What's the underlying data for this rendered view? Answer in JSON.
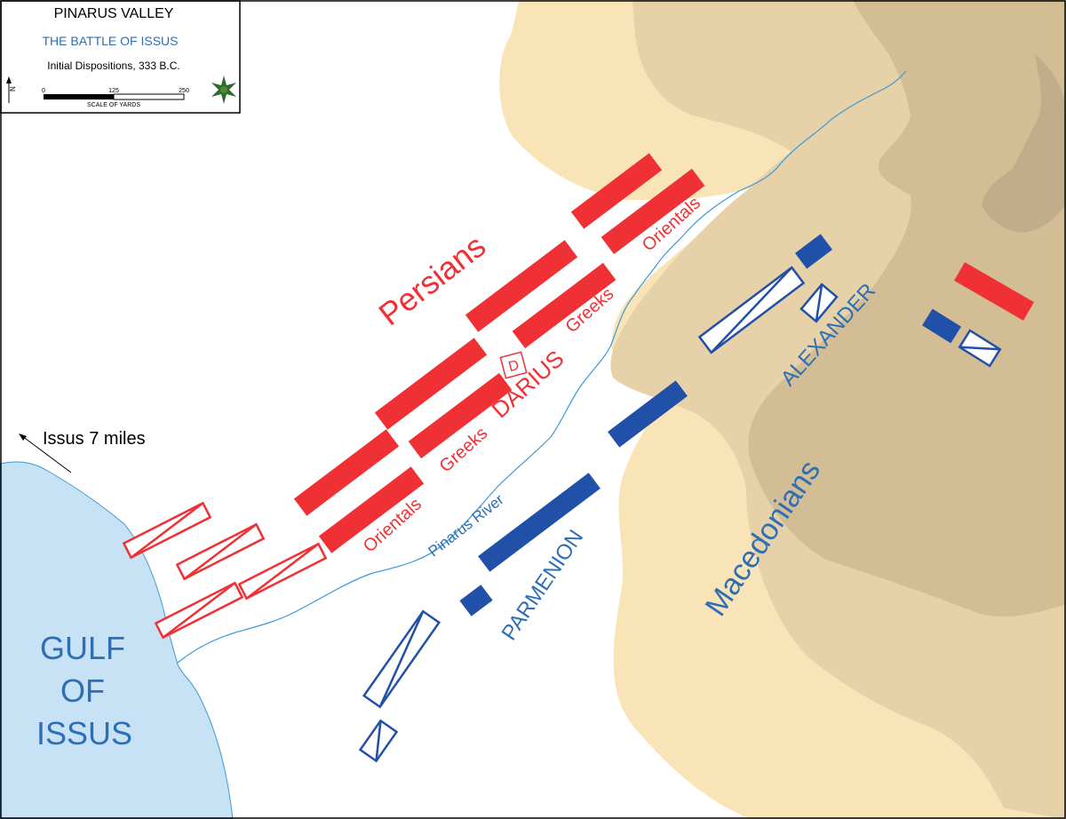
{
  "title_box": {
    "title": "PINARUS VALLEY",
    "subtitle": "THE BATTLE OF ISSUS",
    "caption": "Initial Dispositions, 333 B.C.",
    "north_label": "N",
    "scale": {
      "ticks": [
        "0",
        "125",
        "250"
      ],
      "label": "SCALE OF YARDS"
    }
  },
  "labels": {
    "persians": "Persians",
    "orientals_top": "Orientals",
    "greeks_top": "Greeks",
    "darius": "DARIUS",
    "darius_marker": "D",
    "greeks_mid": "Greeks",
    "orientals_bottom": "Orientals",
    "river": "Pinarus River",
    "alexander": "ALEXANDER",
    "macedonians": "Macedonians",
    "parmenion": "PARMENION",
    "issus_distance": "Issus 7 miles",
    "gulf": [
      "GULF",
      "OF",
      "ISSUS"
    ]
  },
  "colors": {
    "persian": "#ef3135",
    "macedonian": "#2150a8",
    "water": "#c8e2f5",
    "river": "#3a9ad9",
    "plain": "#f9e4b8",
    "hills": "#e6d1a8",
    "mountains": "#d2bd95",
    "peaks": "#c1ad8a",
    "label_blue": "#2e6eb5"
  }
}
